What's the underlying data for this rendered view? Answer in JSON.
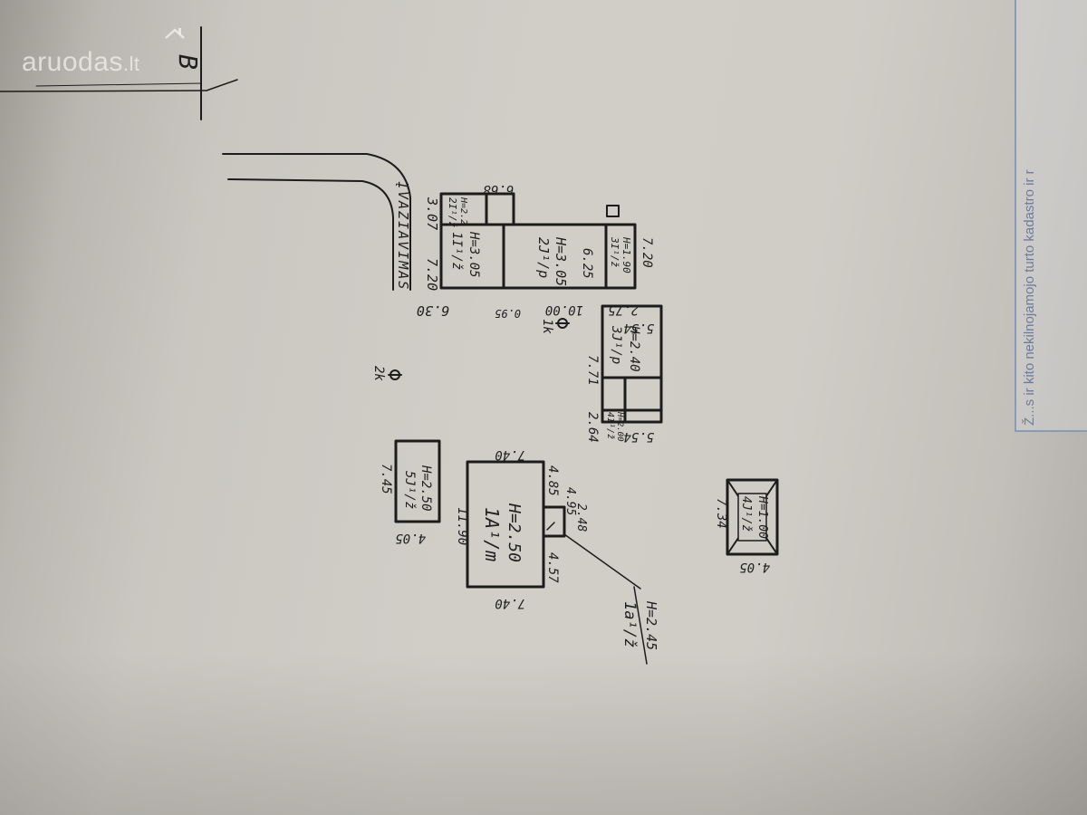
{
  "watermark": {
    "site": "aruodas",
    "tld": ".lt"
  },
  "stamp_text": "Ž...s ir kito nekilnojamojo turto kadastro ir r",
  "header": {
    "sheet_mark": "B"
  },
  "driveway": {
    "label": "ĮVAŽIAVIMAS"
  },
  "buildings": [
    {
      "code": "1A¹/m",
      "height": "H=2.50",
      "dims": [
        "7.40",
        "7.40",
        "11.90",
        "4.85",
        "4.57"
      ]
    },
    {
      "code": "1a¹/ž",
      "height": "H=2.45",
      "dims": [
        "4.95",
        "2.48"
      ]
    },
    {
      "code": "1I¹/ž",
      "height": "H=3.05",
      "dims": [
        "7.20",
        "6.30"
      ]
    },
    {
      "code": "2I¹/ž",
      "height": "H=2.2",
      "dims": [
        "3.07",
        "6.68"
      ]
    },
    {
      "code": "2J¹/p",
      "height": "H=3.05",
      "dims": [
        "6.25",
        "10.00",
        "0.95"
      ]
    },
    {
      "code": "3I¹/ž",
      "height": "H=1.90",
      "dims": [
        "7.20",
        "2.75"
      ]
    },
    {
      "code": "3J¹/p",
      "height": "H=2.40",
      "dims": [
        "5.54",
        "7.71",
        "2.64",
        "5.54"
      ]
    },
    {
      "code": "4I¹/ž",
      "height": "H=2.00",
      "dims": []
    },
    {
      "code": "5J¹/ž",
      "height": "H=2.50",
      "dims": [
        "7.45",
        "4.05"
      ]
    },
    {
      "code": "4J¹/ž",
      "height": "H=1.00",
      "dims": [
        "7.34",
        "4.05"
      ]
    }
  ],
  "wells": [
    {
      "label": "1k"
    },
    {
      "label": "2k"
    }
  ]
}
